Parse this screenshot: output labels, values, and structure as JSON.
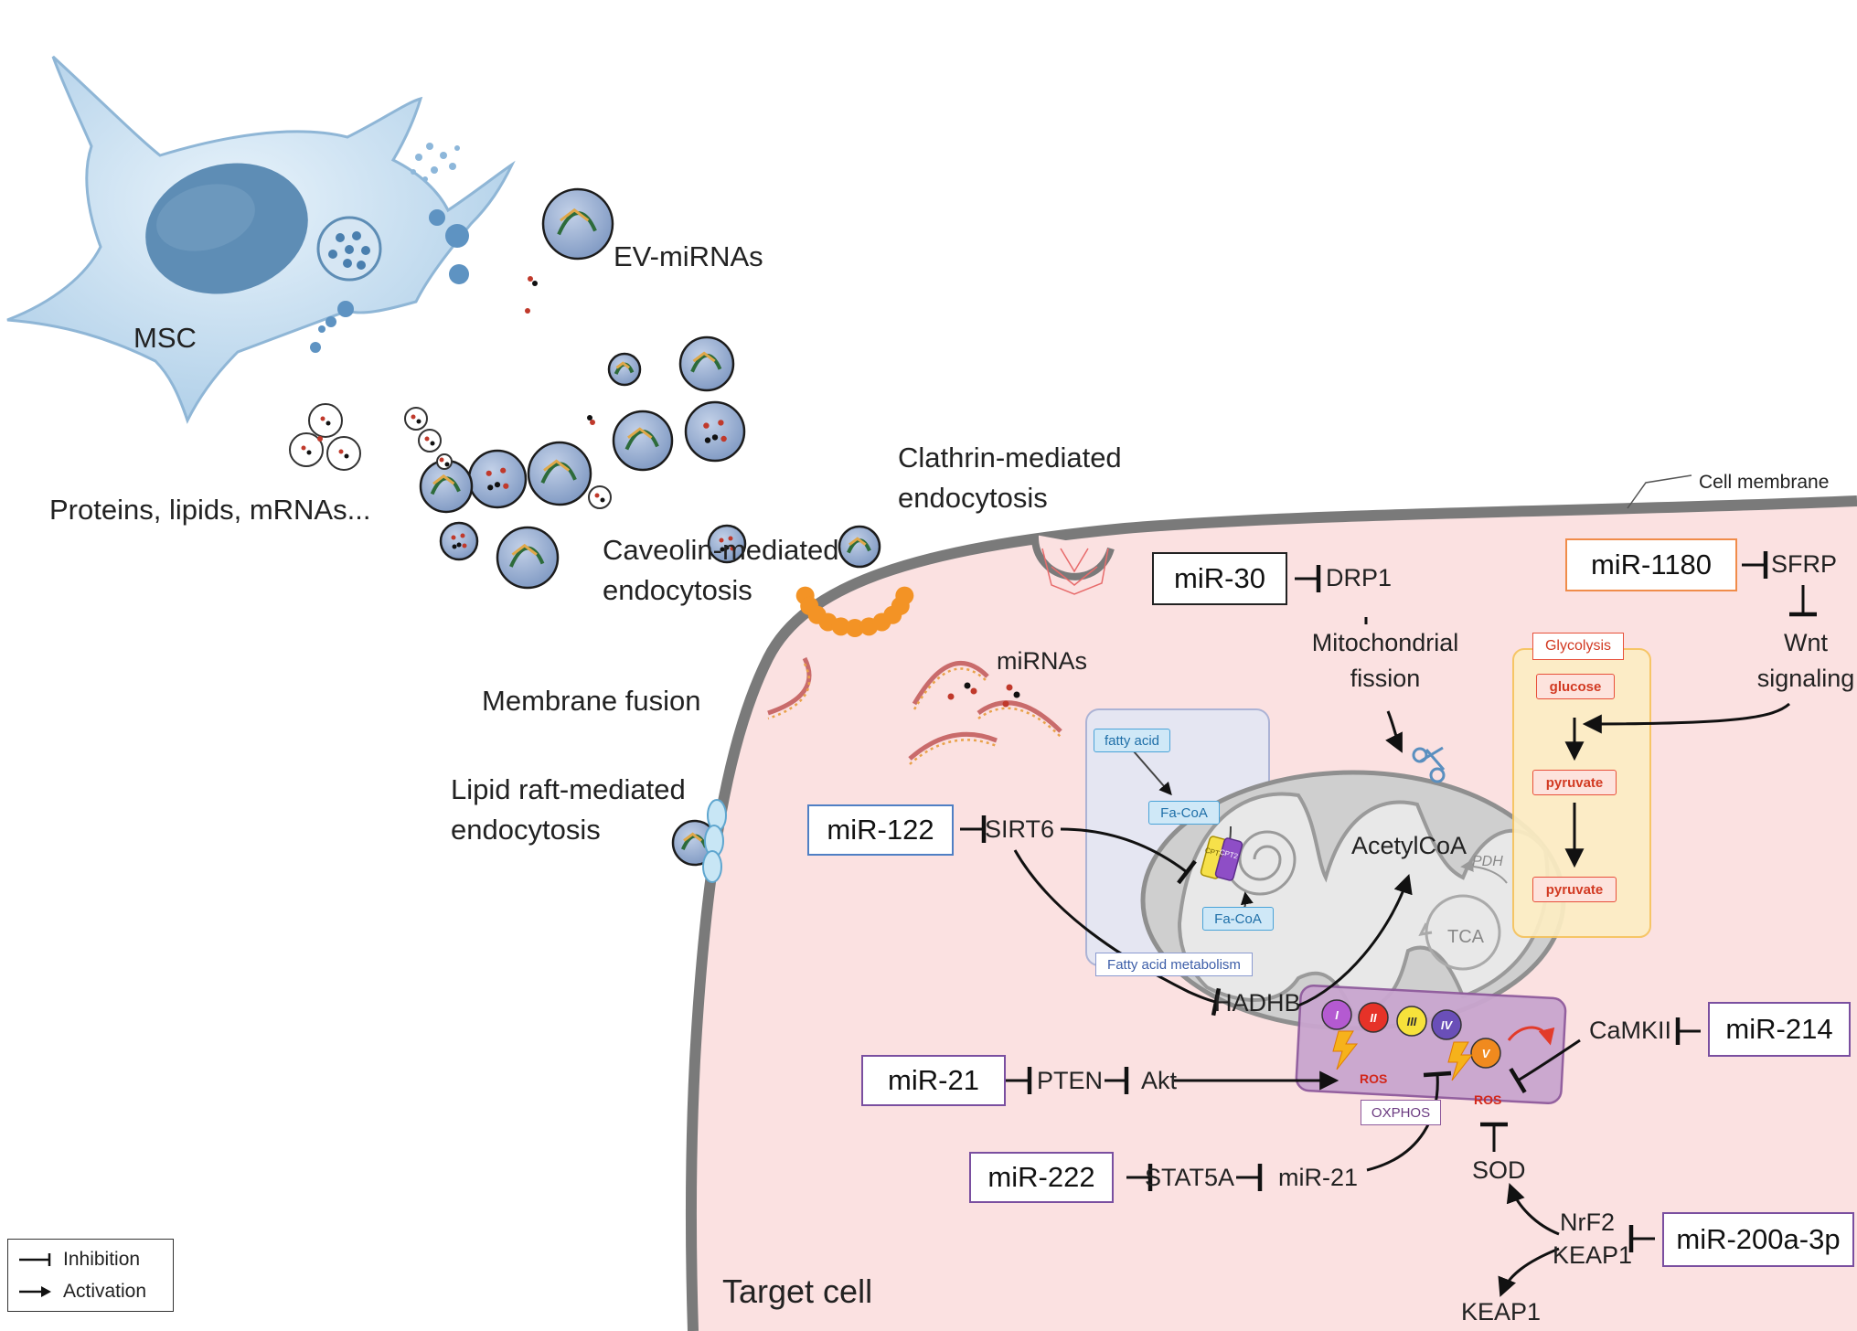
{
  "msc": {
    "label": "MSC"
  },
  "ev": {
    "label": "EV-miRNAs",
    "cargo_label": "Proteins, lipids, mRNAs..."
  },
  "uptake": {
    "clathrin": [
      "Clathrin-mediated",
      "endocytosis"
    ],
    "caveolin": [
      "Caveolin-mediated",
      "endocytosis"
    ],
    "fusion": "Membrane fusion",
    "lipid_raft": [
      "Lipid raft-mediated",
      "endocytosis"
    ]
  },
  "cell": {
    "membrane_label": "Cell membrane",
    "target_label": "Target cell",
    "mirnas_label": "miRNAs"
  },
  "fatty_acid_box": {
    "fatty_acid": "fatty acid",
    "fa_coa_top": "Fa-CoA",
    "fa_coa_bottom": "Fa-CoA",
    "title": "Fatty acid metabolism",
    "cpt1": "CPT1",
    "cpt2": "CPT2"
  },
  "glycolysis": {
    "title": "Glycolysis",
    "glucose": "glucose",
    "pyruvate_1": "pyruvate",
    "pyruvate_2": "pyruvate"
  },
  "mito": {
    "acetylcoa": "AcetylCoA",
    "pdh": "PDH",
    "tca": "TCA",
    "fission": [
      "Mitochondrial",
      "fission"
    ],
    "oxphos": "OXPHOS",
    "ros_left": "ROS",
    "ros_right": "ROS",
    "complexes": [
      "I",
      "II",
      "III",
      "IV",
      "V"
    ]
  },
  "mirs": {
    "mir30": "miR-30",
    "mir1180": "miR-1180",
    "mir122": "miR-122",
    "mir21": "miR-21",
    "mir222": "miR-222",
    "mir214": "miR-214",
    "mir200": "miR-200a-3p"
  },
  "targets": {
    "drp1": "DRP1",
    "sfrp": "SFRP",
    "wnt": [
      "Wnt",
      "signaling"
    ],
    "sirt6": "SIRT6",
    "hadhb": "HADHB",
    "pten": "PTEN",
    "akt": "Akt",
    "stat5a": "STAT5A",
    "mir21_inner": "miR-21",
    "camkii": "CaMKII",
    "sod": "SOD",
    "nrf2": "NrF2",
    "keap1_a": "KEAP1",
    "keap1_b": "KEAP1"
  },
  "legend": {
    "inhibition": "Inhibition",
    "activation": "Activation"
  },
  "colors": {
    "msc_body": "#bcd9ef",
    "msc_nucleus": "#5e8db5",
    "vesicle": "#8fa6c9",
    "cytoplasm": "#fbe1e1",
    "membrane": "#7a7a7a",
    "caveolin": "#f39325",
    "mito": "#c9c9c9",
    "oxphos": "#c9a6cf",
    "glycolysis_box": "#fdeec4",
    "fatty_box": "#e4e7f4",
    "box_blue": "#4f7fc4",
    "box_orange": "#f08c4a",
    "box_purple": "#7a4fa0"
  }
}
